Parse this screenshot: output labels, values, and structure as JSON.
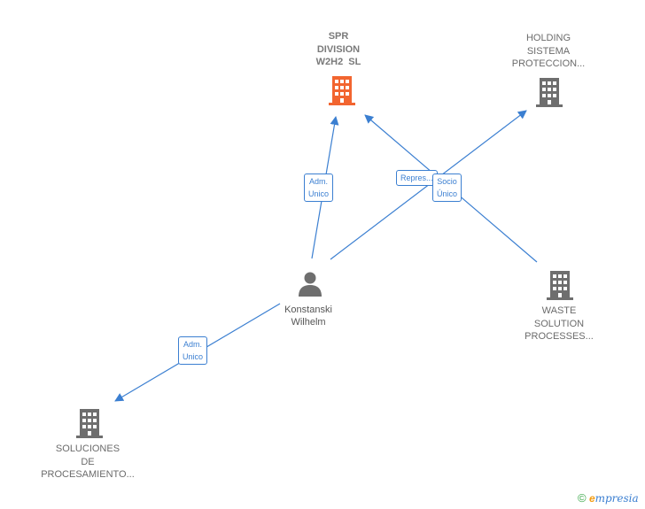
{
  "nodes": {
    "spr": {
      "lines": [
        "SPR",
        "DIVISION",
        "W2H2  SL"
      ],
      "color": "#f26530"
    },
    "holding": {
      "lines": [
        "HOLDING",
        "SISTEMA",
        "PROTECCION..."
      ],
      "color": "#6e6e6e"
    },
    "waste": {
      "lines": [
        "WASTE",
        "SOLUTION",
        "PROCESSES..."
      ],
      "color": "#6e6e6e"
    },
    "soluciones": {
      "lines": [
        "SOLUCIONES",
        "DE",
        "PROCESAMIENTO..."
      ],
      "color": "#6e6e6e"
    },
    "person": {
      "lines": [
        "Konstanski",
        "Wilhelm"
      ],
      "color": "#6e6e6e"
    }
  },
  "edge_labels": {
    "adm_spr": [
      "Adm.",
      "Unico"
    ],
    "repres": [
      "Repres..."
    ],
    "socio": [
      "Socio",
      "Único"
    ],
    "adm_sol": [
      "Adm.",
      "Unico"
    ]
  },
  "colors": {
    "edge": "#3b7fd1",
    "highlight": "#f26530",
    "node": "#6e6e6e"
  },
  "brand": {
    "copyright": "©",
    "first": "e",
    "rest": "mpresia"
  }
}
